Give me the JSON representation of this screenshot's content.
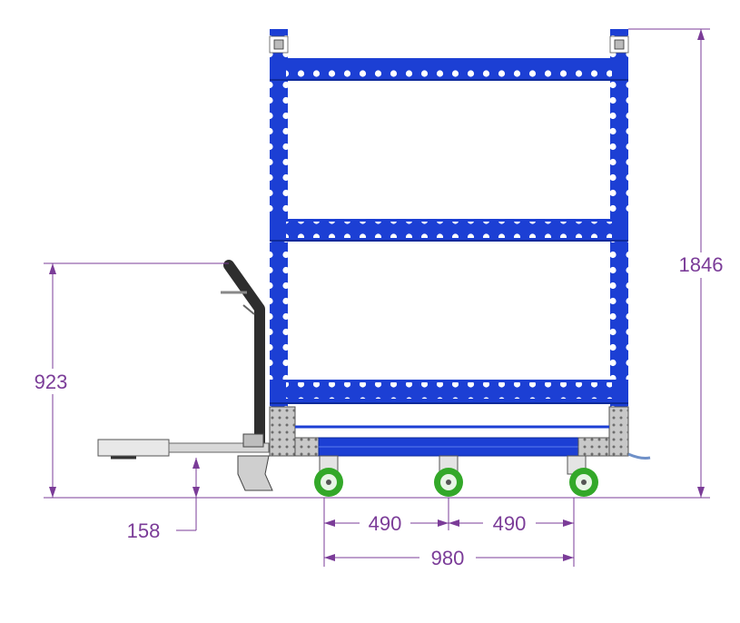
{
  "dimensions": {
    "total_height": "1846",
    "handle_height": "923",
    "tow_bar_height": "158",
    "wheel_spacing_left": "490",
    "wheel_spacing_right": "490",
    "wheel_base": "980"
  },
  "colors": {
    "frame_blue": "#1c3fd4",
    "frame_dark": "#0e2a9a",
    "dimension": "#7b3c98",
    "wheel_green": "#33a829",
    "steel_gray": "#c8c8c8",
    "handle_dark": "#2e2e2e"
  },
  "icons": [
    "caster-wheel-icon",
    "tow-hitch-icon",
    "handle-bar-icon"
  ]
}
